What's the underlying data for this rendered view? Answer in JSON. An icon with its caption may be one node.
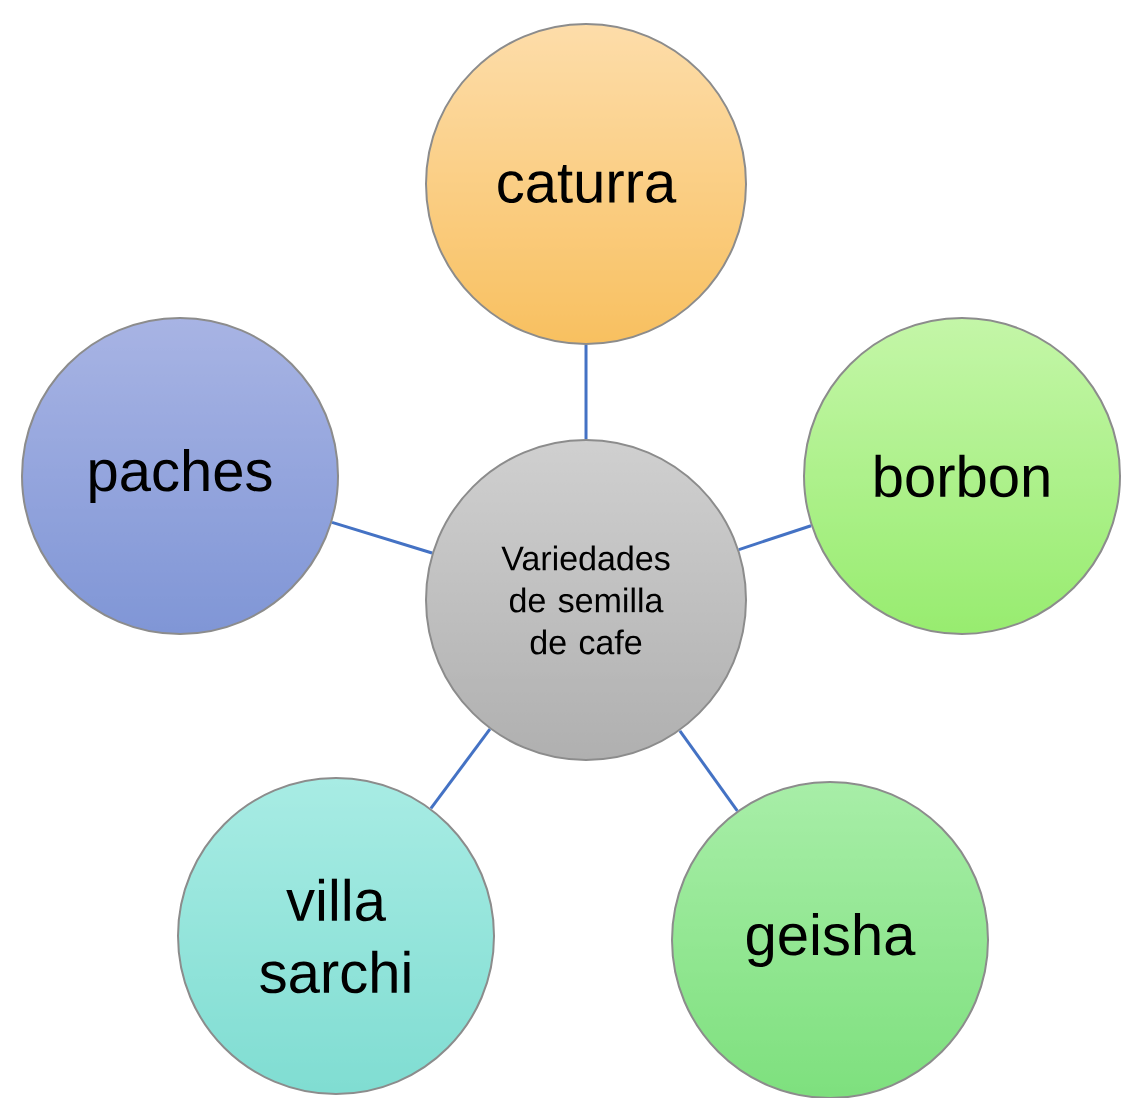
{
  "diagram": {
    "nodes": [
      {
        "text": [
          "Variedades de semilla de cafe"
        ]
      },
      {
        "text": [
          "caturra"
        ]
      },
      {
        "text": [
          "borbon"
        ]
      },
      {
        "text": [
          "geisha"
        ]
      },
      {
        "text": [
          "villa sarchi"
        ]
      },
      {
        "text": [
          "paches"
        ]
      }
    ],
    "edges": [
      {
        "from": 0,
        "to": 1,
        "arrow": "none"
      },
      {
        "from": 0,
        "to": 2,
        "arrow": "none"
      },
      {
        "from": 0,
        "to": 3,
        "arrow": "none"
      },
      {
        "from": 0,
        "to": 4,
        "arrow": "none"
      },
      {
        "from": 0,
        "to": 5,
        "arrow": "none"
      }
    ]
  }
}
